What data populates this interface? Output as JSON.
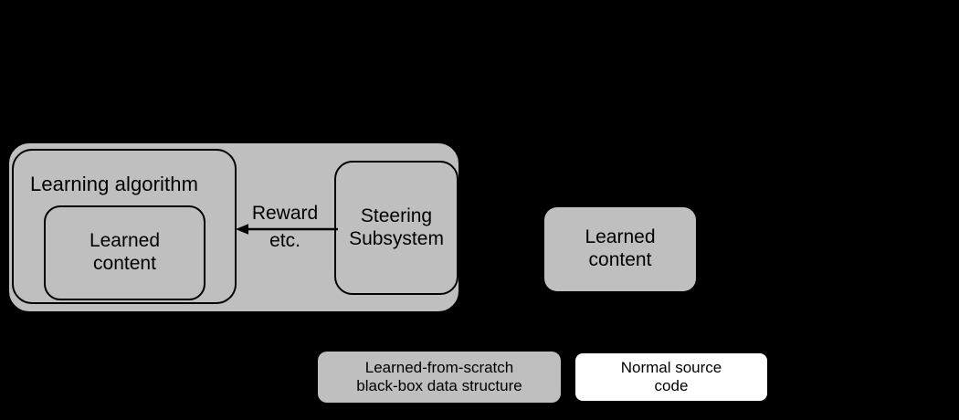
{
  "diagram": {
    "background_color": "#000000",
    "fill_color": "#bfbfbf",
    "stroke_color": "#000000",
    "white_fill": "#ffffff",
    "system_group": {
      "learning_algorithm_label": "Learning algorithm",
      "learned_content_label": "Learned\ncontent",
      "steering_subsystem_label": "Steering\nSubsystem",
      "arrow": {
        "label_above": "Reward",
        "label_below": "etc.",
        "direction": "left"
      }
    },
    "standalone": {
      "learned_content_label": "Learned\ncontent"
    },
    "legend": {
      "learned_from_scratch_label": "Learned-from-scratch\nblack-box data structure",
      "normal_source_code_label": "Normal source\ncode"
    }
  }
}
